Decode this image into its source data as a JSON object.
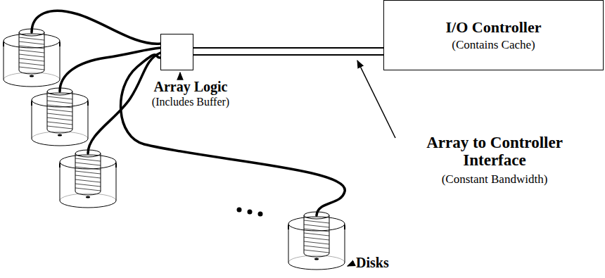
{
  "diagram": {
    "nodes": [
      {
        "text": [
          "Array Logic",
          "(Includes Buffer)"
        ]
      },
      {
        "text": [
          "I/O Controller",
          "(Contains Cache)"
        ]
      }
    ],
    "edges": [
      {
        "from": 0,
        "to": 1,
        "arrow": "none"
      }
    ],
    "labels": [
      "Array to Controller Interface",
      "(Constant Bandwidth)",
      "Disks"
    ]
  }
}
